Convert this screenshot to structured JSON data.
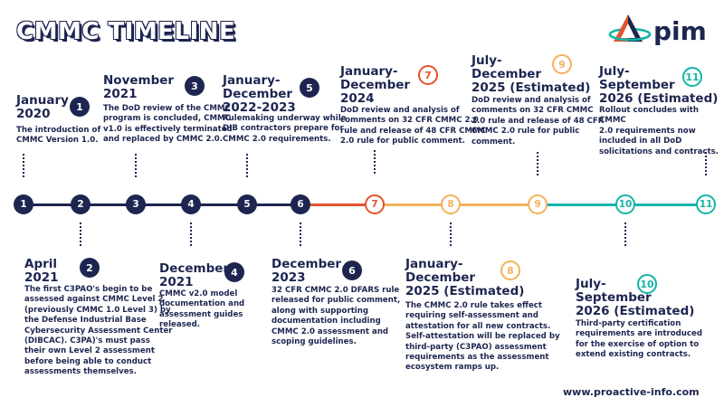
{
  "title": "CMMC TIMELINE",
  "logo": {
    "text": "pim",
    "icon": "triangle-orbit-logo"
  },
  "colors": {
    "navy": "#1d2550",
    "red": "#e2532b",
    "amber": "#f4b15a",
    "teal": "#14b5a7"
  },
  "nodes": [
    "1",
    "2",
    "3",
    "4",
    "5",
    "6",
    "7",
    "8",
    "9",
    "10",
    "11"
  ],
  "events": {
    "e1": {
      "num": "1",
      "date_l1": "January",
      "date_l2": "2020",
      "desc": [
        "The introduction of",
        "CMMC Version 1.0."
      ]
    },
    "e2": {
      "num": "2",
      "date_l1": "April",
      "date_l2": "2021",
      "desc": [
        "The first C3PAO's begin to be",
        "assessed against CMMC Level 2",
        "(previously CMMC 1.0 Level 3) by",
        "the Defense Industrial Base",
        "Cybersecurity Assessment Center",
        "(DIBCAC). C3PA)'s must pass",
        "their own Level 2 assessment",
        "before being able to conduct",
        "assessments themselves."
      ]
    },
    "e3": {
      "num": "3",
      "date_l1": "November",
      "date_l2": "2021",
      "desc": [
        "The DoD review of the CMMC",
        "program is concluded, CMMC",
        "v1.0 is effectively terminated",
        "and replaced by CMMC 2.0."
      ]
    },
    "e4": {
      "num": "4",
      "date_l1": "December",
      "date_l2": "2021",
      "desc": [
        "CMMC v2.0 model",
        "documentation and",
        "assessment guides",
        "released."
      ]
    },
    "e5": {
      "num": "5",
      "date_l1": "January-",
      "date_l2": "December",
      "date_l3": "2022-2023",
      "desc": [
        "Rulemaking underway while",
        "DIB contractors prepare for",
        "CMMC 2.0 requirements."
      ]
    },
    "e6": {
      "num": "6",
      "date_l1": "December",
      "date_l2": "2023",
      "desc": [
        "32 CFR CMMC 2.0 DFARS rule",
        "released for public comment,",
        "along with supporting",
        "documentation including",
        "CMMC 2.0 assessment and",
        "scoping guidelines."
      ]
    },
    "e7": {
      "num": "7",
      "date_l1": "January-",
      "date_l2": "December",
      "date_l3": "2024",
      "desc": [
        "DoD review and analysis of",
        "comments on 32 CFR CMMC 2.0",
        "rule and release of 48 CFR CMMC",
        "2.0 rule for public comment."
      ]
    },
    "e8": {
      "num": "8",
      "date_l1": "January-",
      "date_l2": "December",
      "date_l3": "2025 (Estimated)",
      "desc": [
        "The CMMC 2.0 rule takes effect",
        "requiring self-assessment and",
        "attestation for all new contracts.",
        "Self-attestation will be replaced by",
        "third-party (C3PAO) assessment",
        "requirements as the assessment",
        "ecosystem ramps up."
      ]
    },
    "e9": {
      "num": "9",
      "date_l1": "July-",
      "date_l2": "December",
      "date_l3": "2025 (Estimated)",
      "desc": [
        "DoD review and analysis of",
        "comments on 32 CFR CMMC",
        "2.0 rule and release of 48 CFR",
        "CMMC 2.0 rule for public",
        "comment."
      ]
    },
    "e10": {
      "num": "10",
      "date_l1": "July-",
      "date_l2": "September",
      "date_l3": "2026 (Estimated)",
      "desc": [
        "Third-party certification",
        "requirements are introduced",
        "for the exercise of option to",
        "extend existing contracts."
      ]
    },
    "e11": {
      "num": "11",
      "date_l1": "July-",
      "date_l2": "September",
      "date_l3": "2026 (Estimated)",
      "desc": [
        "Rollout concludes with CMMC",
        "2.0 requirements now",
        "included in all DoD",
        "solicitations and contracts."
      ]
    }
  },
  "footer_url": "www.proactive-info.com"
}
